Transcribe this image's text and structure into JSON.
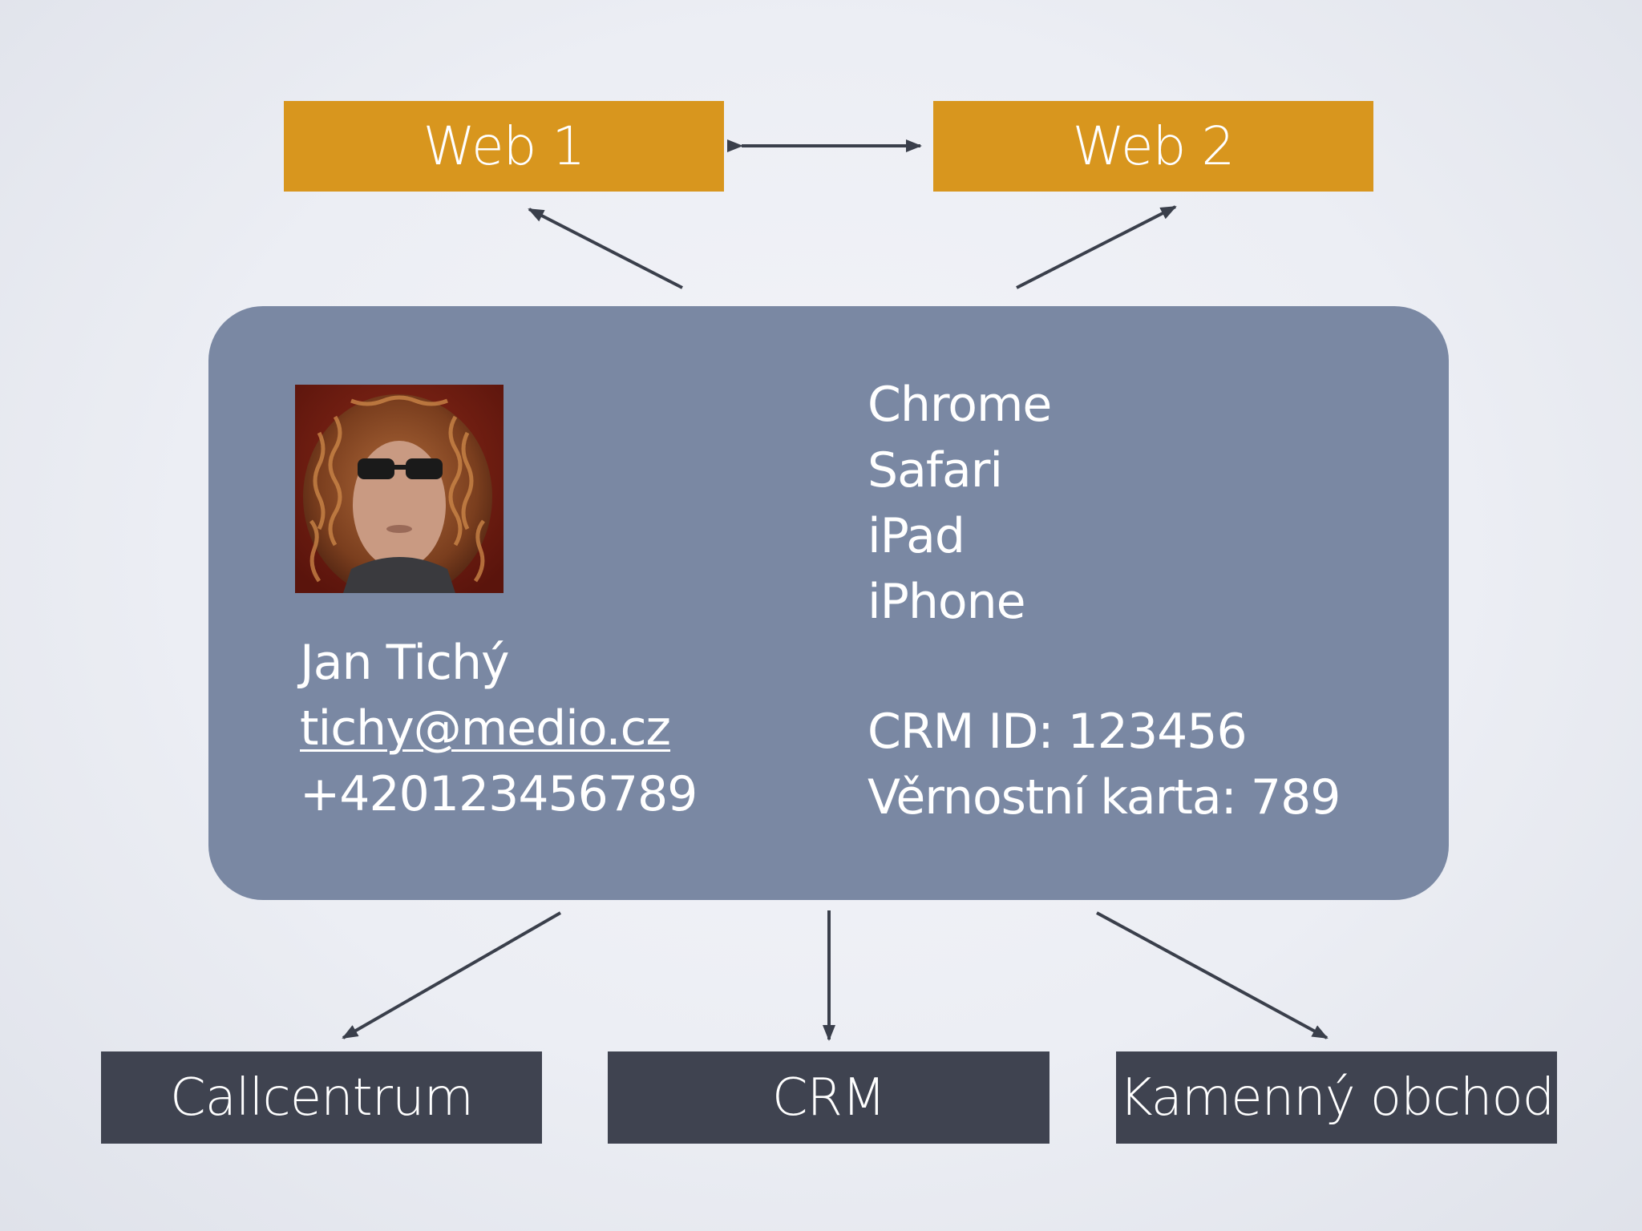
{
  "nodes": {
    "web1": "Web 1",
    "web2": "Web 2",
    "callcentrum": "Callcentrum",
    "crm": "CRM",
    "kamenny_obchod": "Kamenný obchod"
  },
  "profile": {
    "name": "Jan Tichý",
    "email": "tichy@medio.cz",
    "phone": "+420123456789",
    "devices": [
      "Chrome",
      "Safari",
      "iPad",
      "iPhone"
    ],
    "crm_id": "CRM ID: 123456",
    "loyalty_card": "Věrnostní karta: 789",
    "photo": "profile-photo"
  },
  "colors": {
    "web_box": "#d8961e",
    "dark_box": "#3f4350",
    "card": "#7a88a3",
    "arrow": "#3a3f4b",
    "text": "#ffffff"
  }
}
